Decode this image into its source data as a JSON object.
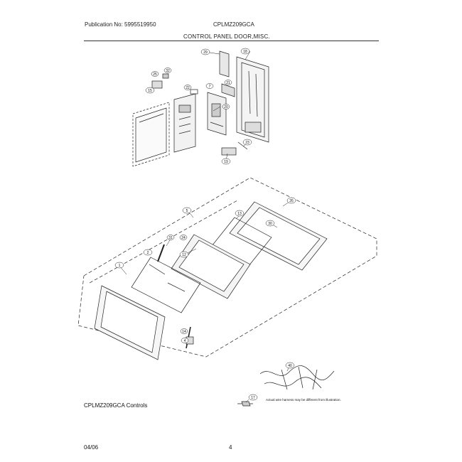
{
  "header": {
    "publication": "Publication No: 5995519950",
    "model": "CPLMZ209GCA",
    "section_title": "CONTROL PANEL DOOR,MISC."
  },
  "diagram": {
    "callouts": [
      "29",
      "18",
      "32",
      "25",
      "15",
      "22",
      "7",
      "21",
      "20",
      "23",
      "19",
      "5",
      "26",
      "13",
      "30",
      "31",
      "24",
      "12",
      "2",
      "1",
      "14",
      "4",
      "17",
      "40"
    ],
    "wiring_note": "Actual wire harness may be different from illustration."
  },
  "footer": {
    "caption": "CPLMZ209GCA Controls",
    "date": "04/06",
    "page": "4"
  }
}
